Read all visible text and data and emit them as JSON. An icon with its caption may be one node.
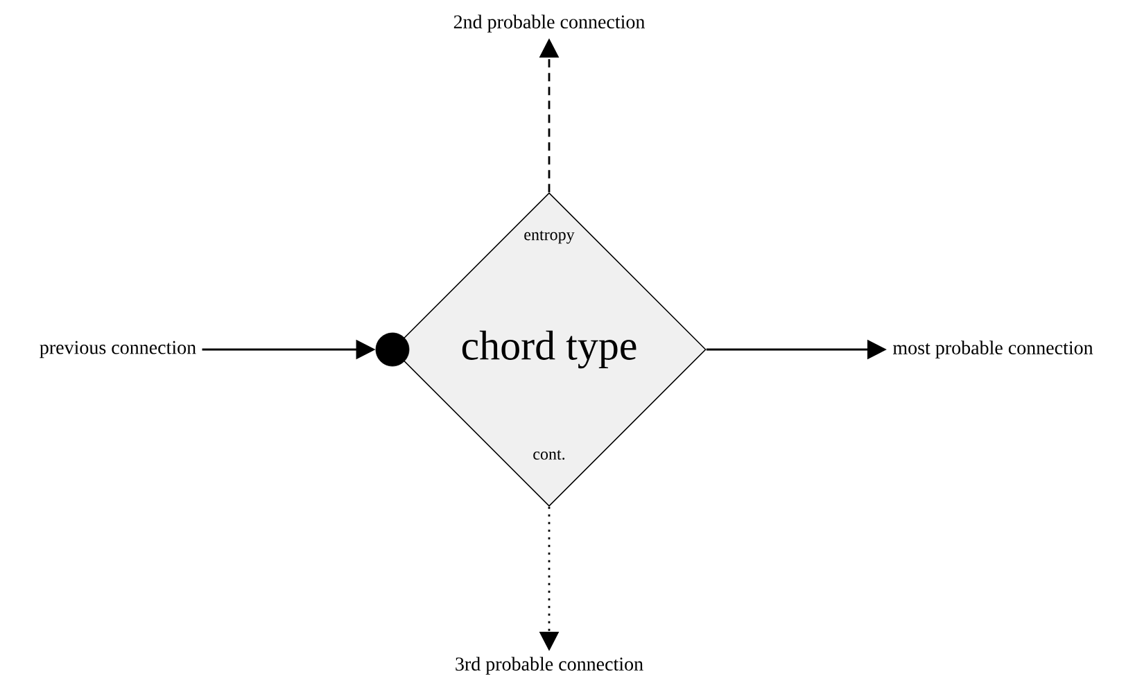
{
  "diagram": {
    "nodes": [
      {
        "text": [
          "entropy",
          "chord type",
          "cont."
        ]
      },
      {
        "text": [
          "previous connection"
        ]
      },
      {
        "text": [
          "most probable connection"
        ]
      },
      {
        "text": [
          "2nd probable connection"
        ]
      },
      {
        "text": [
          "3rd probable connection"
        ]
      },
      {
        "text": [],
        "shape": "circle"
      }
    ],
    "edges": [
      {
        "from": 1,
        "to": 5,
        "arrow": "to"
      },
      {
        "from": 0,
        "to": 2,
        "arrow": "to"
      },
      {
        "from": 0,
        "to": 3,
        "arrow": "to",
        "style": "dashed"
      },
      {
        "from": 0,
        "to": 4,
        "arrow": "to",
        "style": "dashed"
      }
    ]
  }
}
